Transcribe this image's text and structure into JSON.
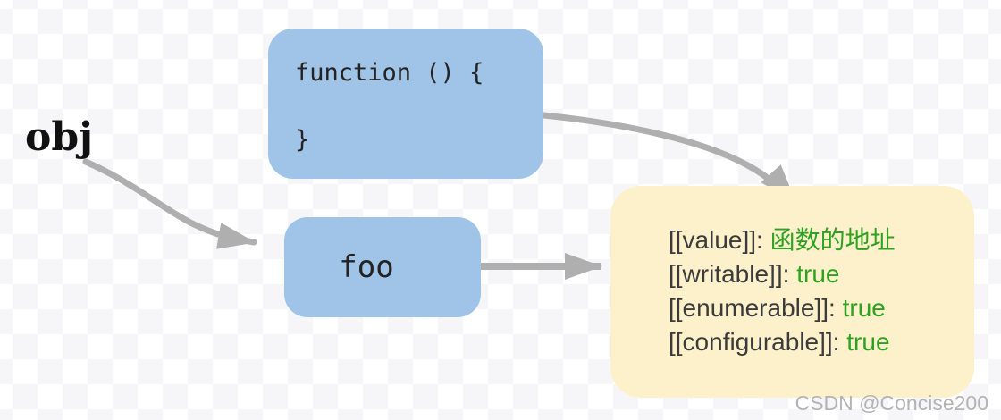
{
  "diagram": {
    "obj_label": "obj",
    "function_box": {
      "line1": "function () {",
      "line2": "}"
    },
    "foo_box": {
      "label": "foo"
    },
    "descriptor_box": {
      "lines": [
        {
          "key": "[[value]]:",
          "value": "函数的地址"
        },
        {
          "key": "[[writable]]:",
          "value": "true"
        },
        {
          "key": "[[enumerable]]:",
          "value": "true"
        },
        {
          "key": "[[configurable]]:",
          "value": "true"
        }
      ]
    },
    "watermark": "CSDN @Concise200",
    "colors": {
      "box_blue": "#9FC4E7",
      "box_yellow": "#FDF1CB",
      "arrow_gray": "#AFAFAF",
      "value_green": "#2EA121",
      "key_dark": "#3B3B3B",
      "watermark_gray": "#B3B3B3"
    }
  }
}
